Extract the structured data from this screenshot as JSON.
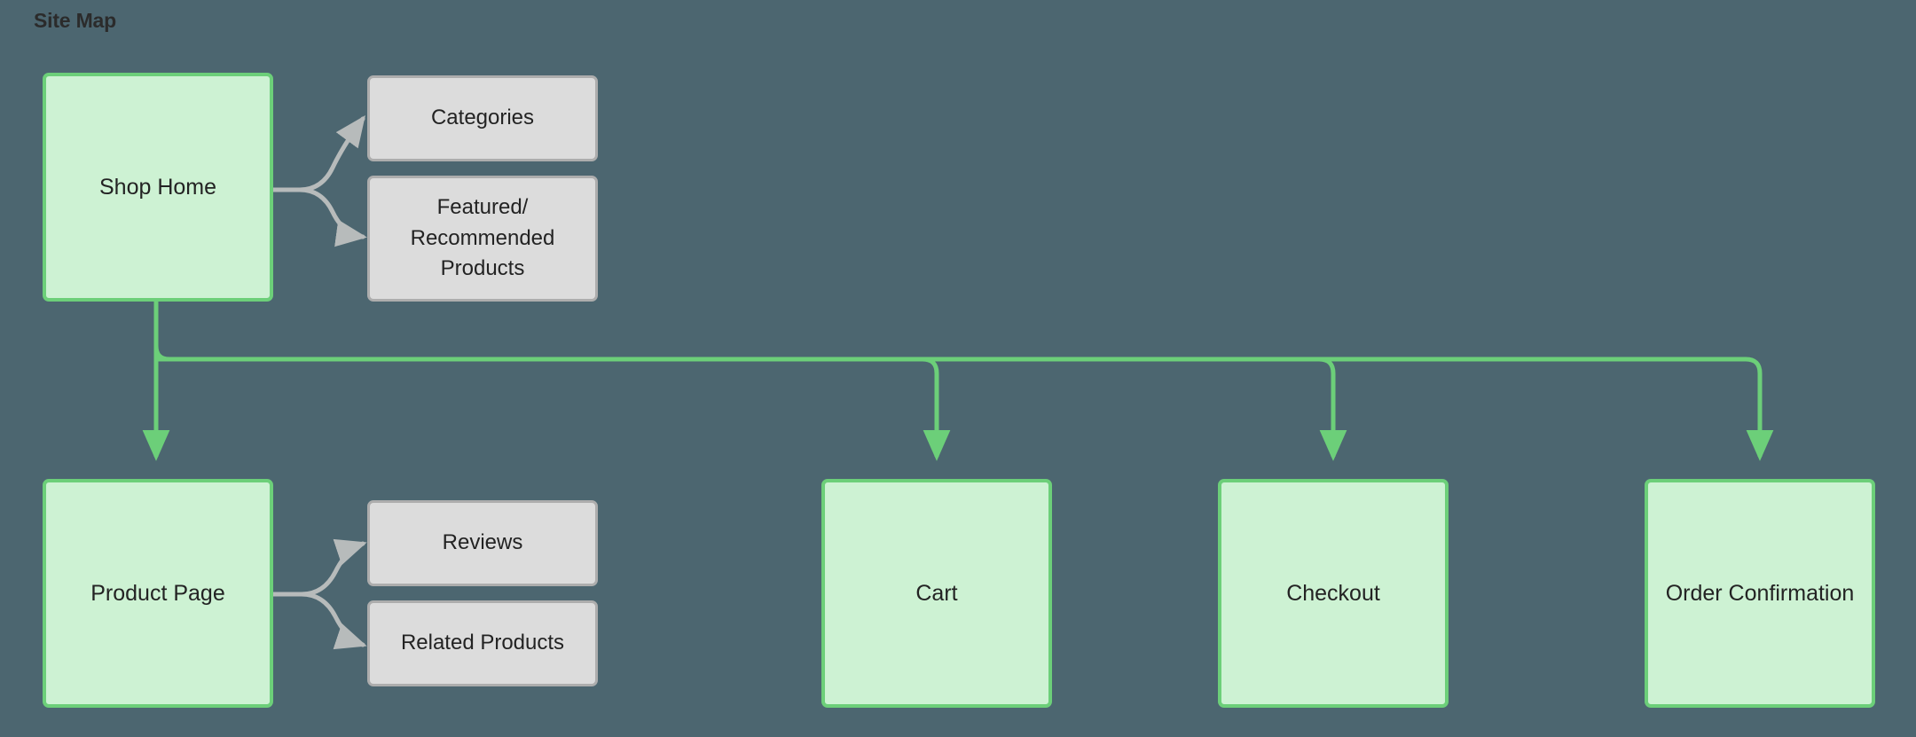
{
  "diagram": {
    "title": "Site Map",
    "background_color": "#4c6670",
    "primary_node_fill": "#cdf2d3",
    "primary_node_border": "#6ccf79",
    "secondary_node_fill": "#dcdcdc",
    "secondary_node_border": "#adadad",
    "primary_edge_color": "#6ccf79",
    "secondary_edge_color": "#b7bbbb",
    "text_color": "#232323"
  },
  "nodes": {
    "shop_home": {
      "label": "Shop Home",
      "kind": "primary"
    },
    "categories": {
      "label": "Categories",
      "kind": "secondary"
    },
    "featured": {
      "label": "Featured/\nRecommended\nProducts",
      "kind": "secondary"
    },
    "product_page": {
      "label": "Product Page",
      "kind": "primary"
    },
    "reviews": {
      "label": "Reviews",
      "kind": "secondary"
    },
    "related_products": {
      "label": "Related Products",
      "kind": "secondary"
    },
    "cart": {
      "label": "Cart",
      "kind": "primary"
    },
    "checkout": {
      "label": "Checkout",
      "kind": "primary"
    },
    "order_confirmation": {
      "label": "Order Confirmation",
      "kind": "primary"
    }
  },
  "edges": [
    {
      "from": "shop_home",
      "to": "categories",
      "style": "secondary"
    },
    {
      "from": "shop_home",
      "to": "featured",
      "style": "secondary"
    },
    {
      "from": "shop_home",
      "to": "product_page",
      "style": "primary"
    },
    {
      "from": "shop_home",
      "to": "cart",
      "style": "primary"
    },
    {
      "from": "shop_home",
      "to": "checkout",
      "style": "primary"
    },
    {
      "from": "shop_home",
      "to": "order_confirmation",
      "style": "primary"
    },
    {
      "from": "product_page",
      "to": "reviews",
      "style": "secondary"
    },
    {
      "from": "product_page",
      "to": "related_products",
      "style": "secondary"
    }
  ]
}
